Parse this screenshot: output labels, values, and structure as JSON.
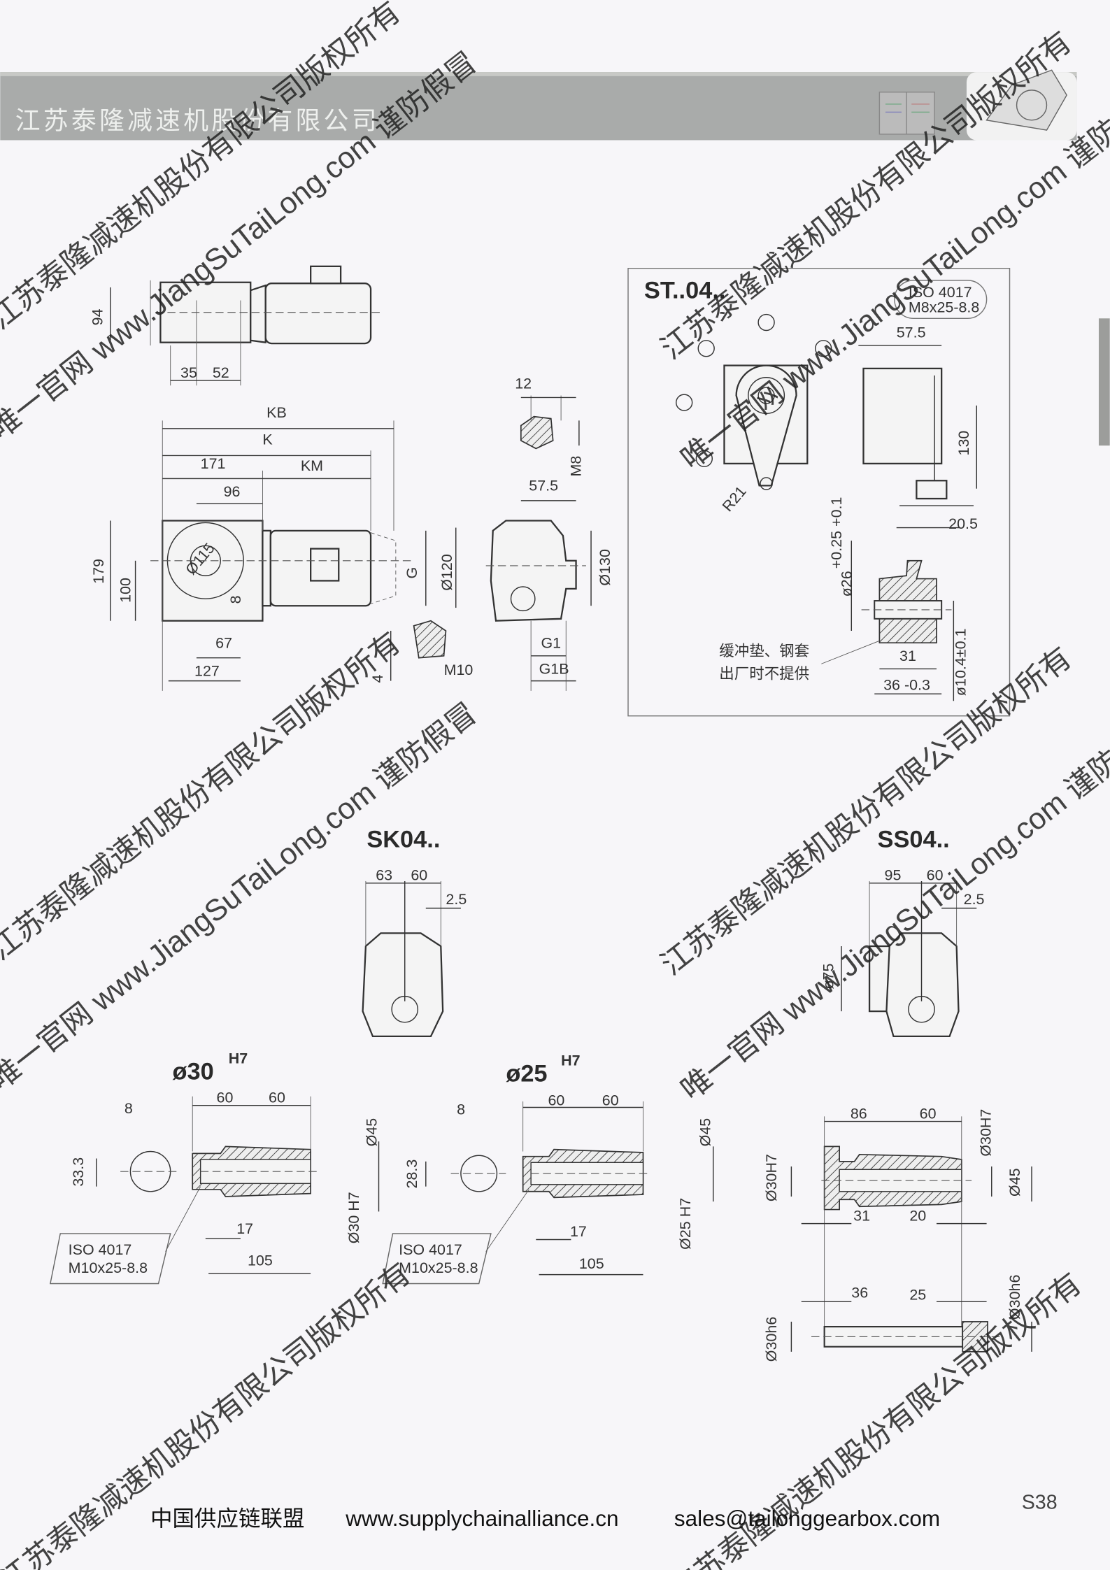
{
  "header": {
    "company": "江苏泰隆减速机股份有限公司"
  },
  "top_drawing": {
    "top_view": {
      "d_94": "94",
      "d_35": "35",
      "d_52": "52"
    },
    "front_view": {
      "KB": "KB",
      "K": "K",
      "d_171": "171",
      "KM": "KM",
      "d_96": "96",
      "d_179": "179",
      "d_100": "100",
      "d_115": "Ø115",
      "d_8": "8",
      "G": "G",
      "d_120": "Ø120",
      "d_67": "67",
      "d_127": "127",
      "d_4": "4",
      "M10": "M10"
    },
    "side_view": {
      "d_12": "12",
      "M8": "M8",
      "d_57_5": "57.5",
      "d_130": "Ø130",
      "G1": "G1",
      "G1B": "G1B"
    }
  },
  "st04": {
    "title": "ST..04..",
    "iso_line1": "ISO 4017",
    "iso_line2": "M8x25-8.8",
    "d_57_5": "57.5",
    "d_130": "130",
    "d_20_5": "20.5",
    "R21": "R21",
    "d_26": "ø26",
    "d_26_tol": "+0.25 +0.1",
    "d_31": "31",
    "d_36": "36 -0.3",
    "d_10_4": "ø10.4±0.1",
    "note_line1": "缓冲垫、钢套",
    "note_line2": "出厂时不提供"
  },
  "sk04": {
    "title": "SK04..",
    "d_63": "63",
    "d_60": "60",
    "d_2_5": "2.5"
  },
  "ss04": {
    "title": "SS04..",
    "d_95": "95",
    "d_60": "60",
    "d_2_5": "2.5",
    "d_75": "ø75"
  },
  "shaft30": {
    "title": "ø30",
    "sup": "H7",
    "d_8": "8",
    "d_60a": "60",
    "d_60b": "60",
    "d_45": "Ø45",
    "d_33_3": "33.3",
    "d_30h7": "Ø30 H7",
    "d_17": "17",
    "d_105": "105",
    "iso_line1": "ISO 4017",
    "iso_line2": "M10x25-8.8"
  },
  "shaft25": {
    "title": "ø25",
    "sup": "H7",
    "d_8": "8",
    "d_60a": "60",
    "d_60b": "60",
    "d_45": "Ø45",
    "d_28_3": "28.3",
    "d_25h7": "Ø25 H7",
    "d_17": "17",
    "d_105": "105",
    "iso_line1": "ISO 4017",
    "iso_line2": "M10x25-8.8"
  },
  "hollow_shaft": {
    "d_86": "86",
    "d_60": "60",
    "d_30h7_r": "Ø30H7",
    "d_30h7_l": "Ø30H7",
    "d_45": "Ø45",
    "d_31": "31",
    "d_20": "20",
    "d_36": "36",
    "d_25": "25",
    "d_30h6_l": "Ø30h6",
    "d_30h6_r": "Ø30h6"
  },
  "watermark": {
    "line_a": "江苏泰隆减速机股份有限公司版权所有",
    "line_b": "唯一官网 www.JiangSuTaiLong.com 谨防假冒"
  },
  "footer": {
    "org": "中国供应链联盟",
    "url": "www.supplychainalliance.cn",
    "email": "sales@tailonggearbox.com",
    "page": "S38"
  },
  "colors": {
    "header_band": "#a9abaa",
    "paper": "#f7f6f9"
  }
}
